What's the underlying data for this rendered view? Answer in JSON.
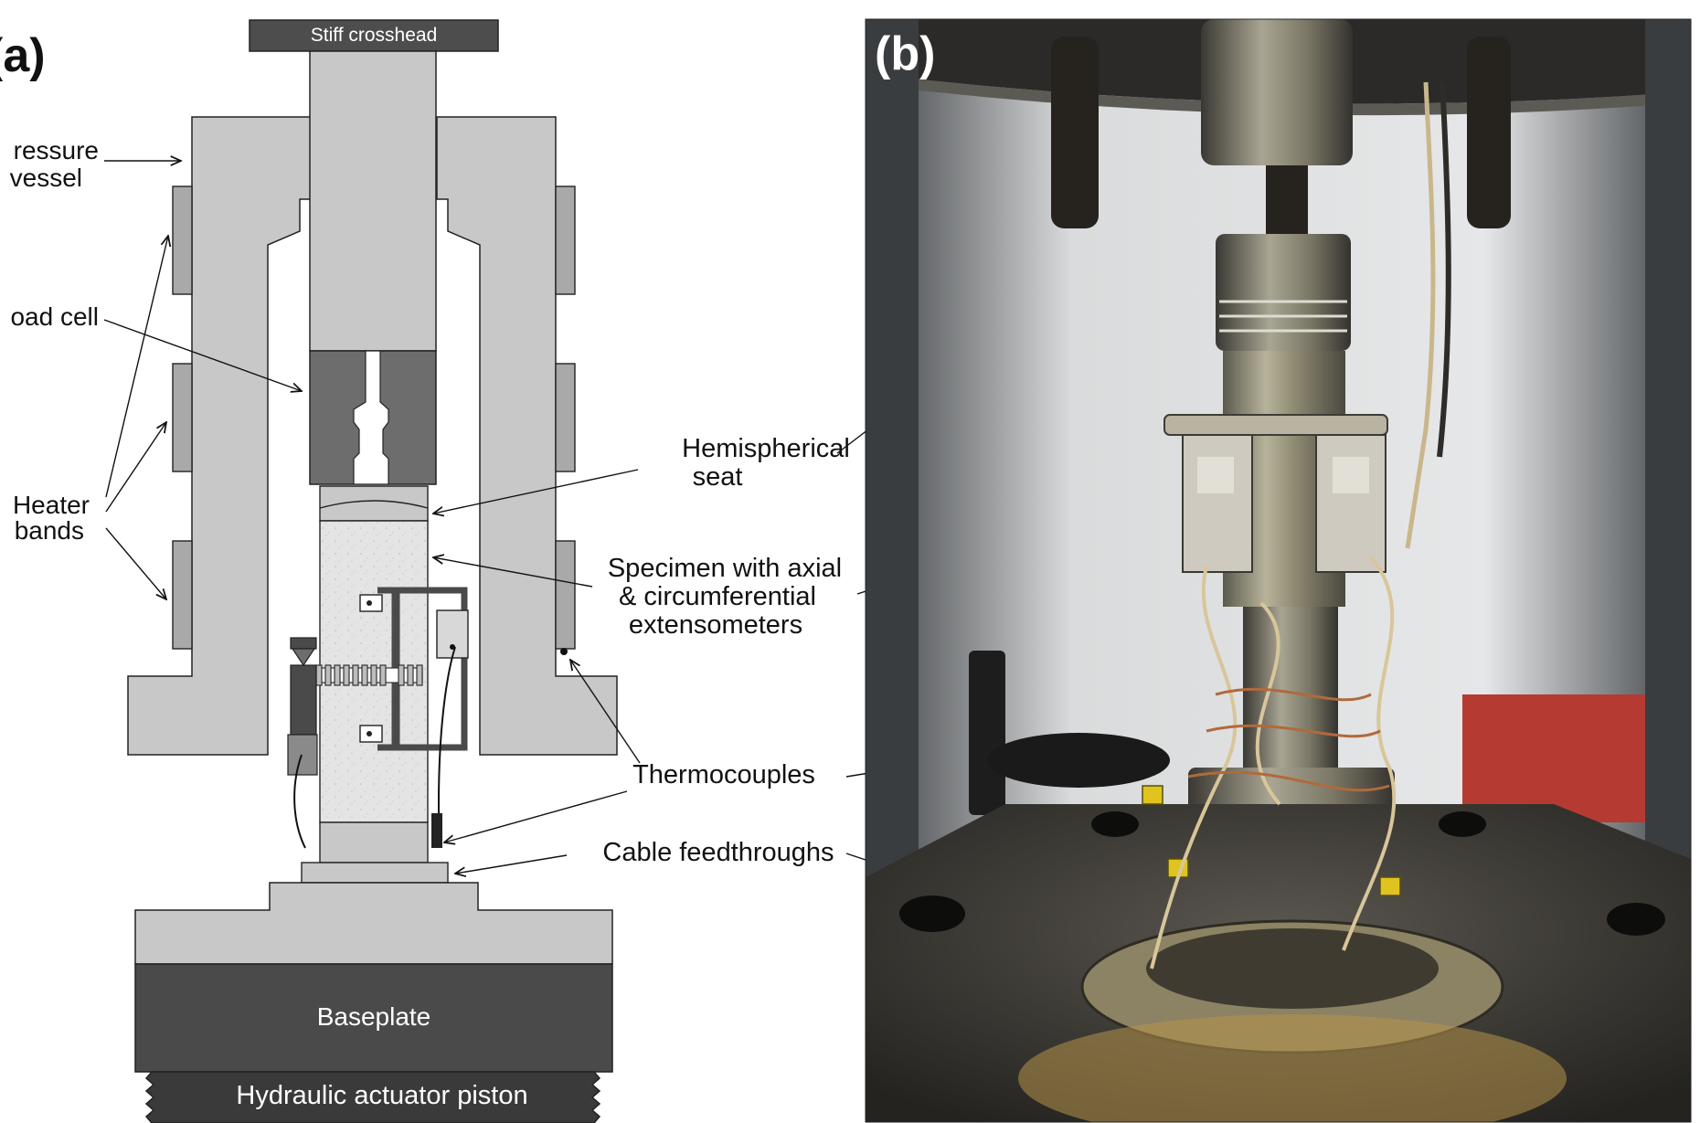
{
  "panel_a": {
    "panel_label": "(a)",
    "crosshead_label": "Stiff crosshead",
    "pressure_vessel_label": [
      "ressure",
      "vessel"
    ],
    "load_cell_label": "oad cell",
    "heater_bands_label": [
      "Heater",
      "bands"
    ],
    "baseplate_label": "Baseplate",
    "actuator_label": "Hydraulic actuator piston"
  },
  "callouts": {
    "hemispherical_seat": [
      "Hemispherical",
      "seat"
    ],
    "specimen": [
      "Specimen with axial",
      "& circumferential",
      "extensometers"
    ],
    "thermocouples": "Thermocouples",
    "cable_feedthroughs": "Cable feedthroughs"
  },
  "panel_b": {
    "panel_label": "(b)"
  },
  "colors": {
    "light_gray": "#c8c8c8",
    "mid_gray": "#a9a9a9",
    "dark_gray": "#6d6d6d",
    "darker_gray": "#4a4a4a",
    "outline": "#222222"
  }
}
